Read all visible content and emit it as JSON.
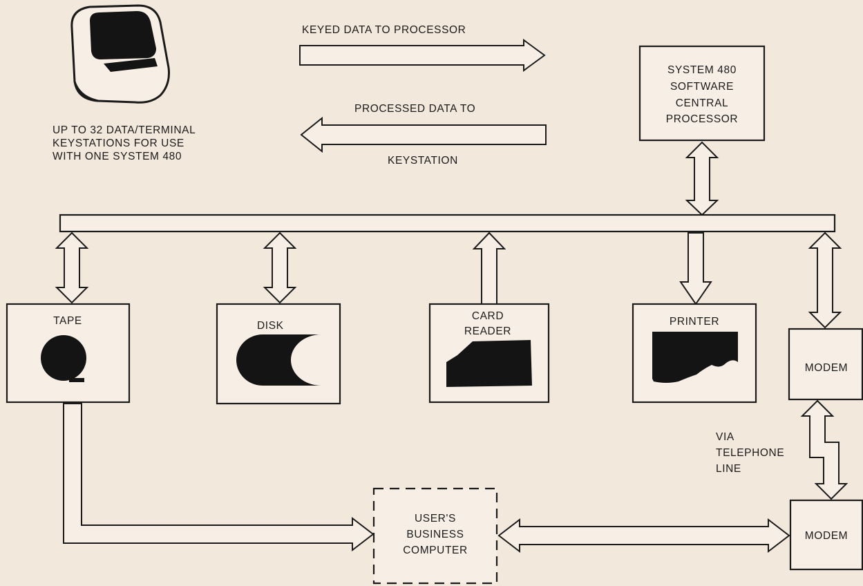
{
  "terminal": {
    "caption": [
      "UP TO 32 DATA/TERMINAL",
      "KEYSTATIONS FOR USE",
      "WITH ONE SYSTEM 480"
    ]
  },
  "flows": {
    "to_processor": "KEYED DATA TO PROCESSOR",
    "to_keystation_line1": "PROCESSED DATA TO",
    "to_keystation_line2": "KEYSTATION"
  },
  "processor": {
    "lines": [
      "SYSTEM 480",
      "SOFTWARE",
      "CENTRAL",
      "PROCESSOR"
    ]
  },
  "devices": {
    "tape": "TAPE",
    "disk": "DISK",
    "card_reader": [
      "CARD",
      "READER"
    ],
    "printer": "PRINTER",
    "modem_top": "MODEM",
    "modem_bottom": "MODEM"
  },
  "telephone": {
    "lines": [
      "VIA",
      "TELEPHONE",
      "LINE"
    ]
  },
  "business_computer": {
    "lines": [
      "USER'S",
      "BUSINESS",
      "COMPUTER"
    ]
  }
}
